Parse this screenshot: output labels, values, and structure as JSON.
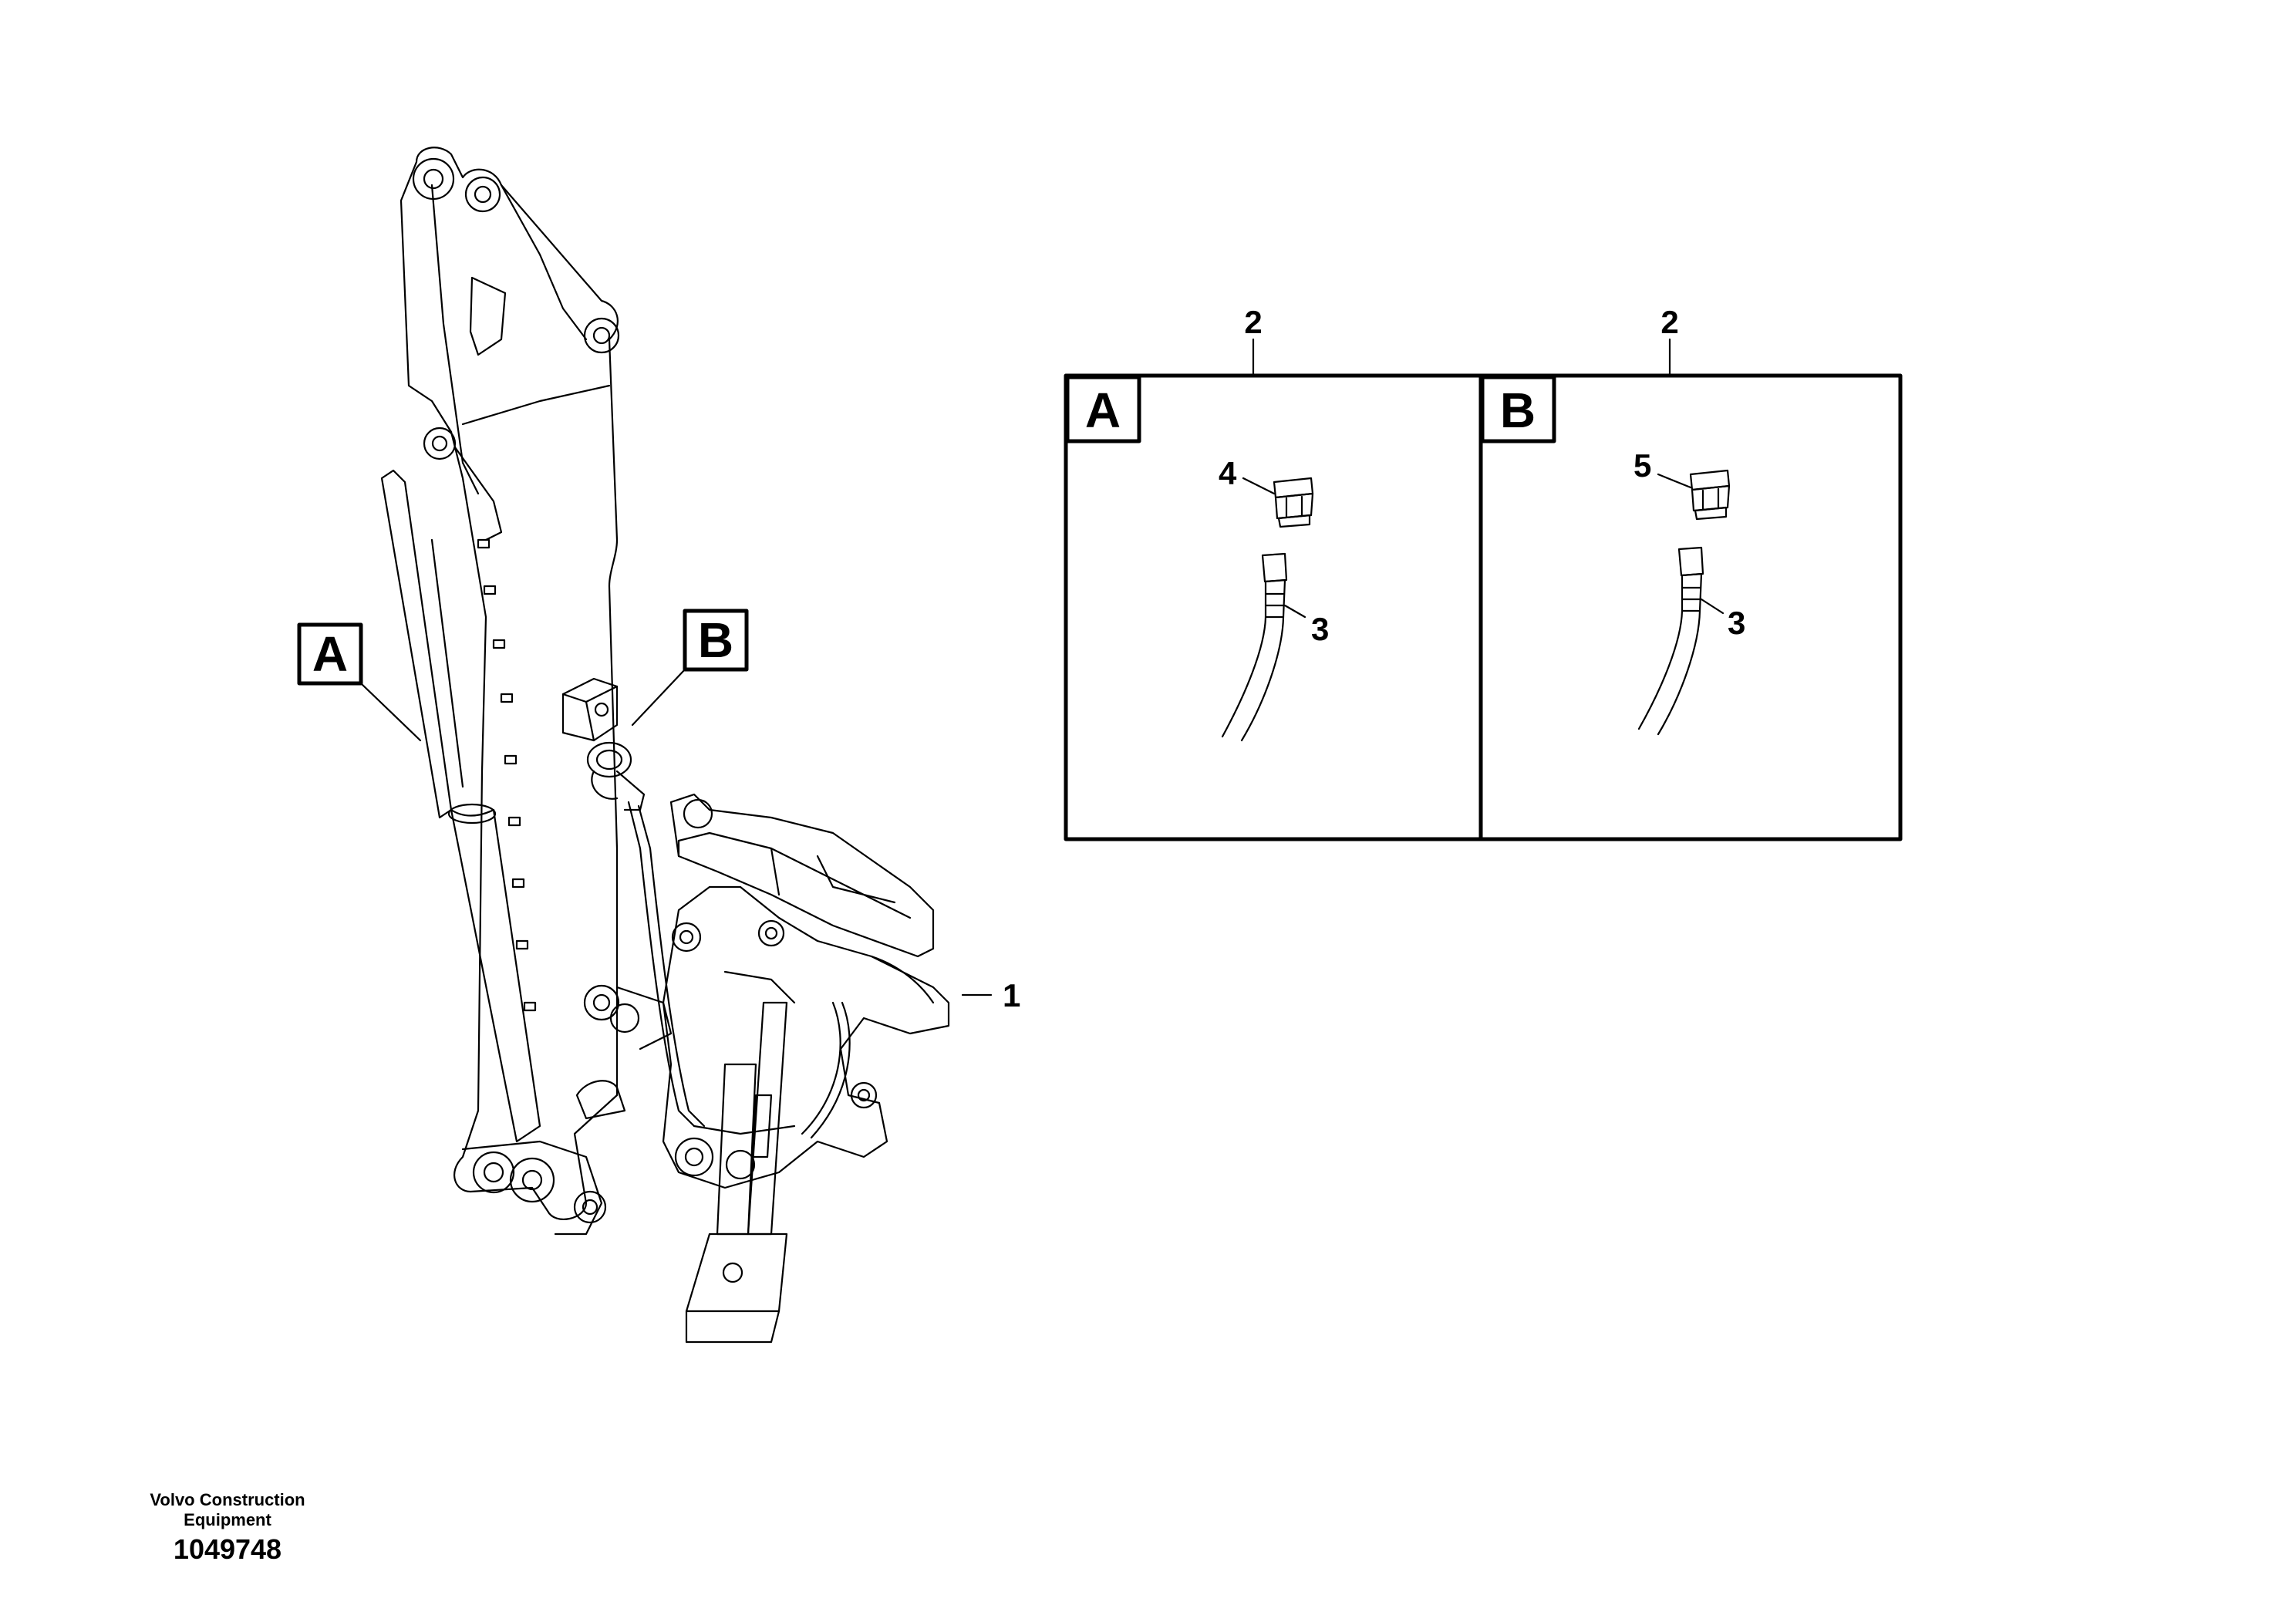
{
  "callouts": {
    "view_a_letter": "A",
    "view_b_letter": "B",
    "main_part": "1",
    "panel_a_ref": "2",
    "panel_b_ref": "2",
    "panel_a_hose": "3",
    "panel_b_hose": "3",
    "panel_a_fitting": "4",
    "panel_b_fitting": "5"
  },
  "footer": {
    "company_line1": "Volvo Construction",
    "company_line2": "Equipment",
    "drawing_number": "1049748"
  }
}
